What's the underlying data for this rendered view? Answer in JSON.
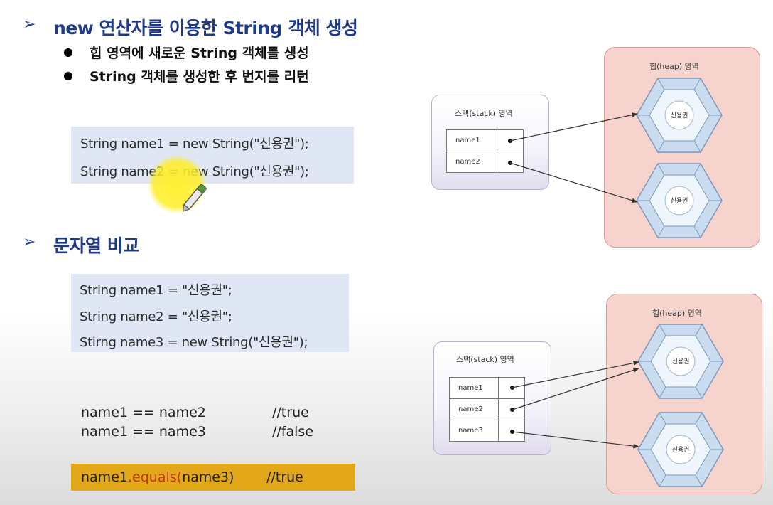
{
  "section1": {
    "heading": "new 연산자를 이용한 String 객체 생성",
    "bullets": [
      "힙 영역에 새로운 String 객체를 생성",
      "String 객체를 생성한 후 번지를 리턴"
    ],
    "code": [
      "String name1 = new String(\"신용권\");",
      "String name2 = new String(\"신용권\");"
    ]
  },
  "section2": {
    "heading": "문자열 비교",
    "code": [
      "String name1 = \"신용권\";",
      "String name2 = \"신용권\";",
      "Stirng name3 = new String(\"신용권\");"
    ],
    "comparisons": [
      {
        "expr": "name1 == name2",
        "comment": "//true"
      },
      {
        "expr": "name1 == name3",
        "comment": "//false"
      }
    ],
    "equals": {
      "obj": "name1",
      "method": ".equals(",
      "arg": "name3)",
      "comment": "//true"
    }
  },
  "diagram1": {
    "stack_title": "스택(stack) 영역",
    "heap_title": "힙(heap) 영역",
    "vars": [
      "name1",
      "name2"
    ],
    "objects": [
      "신용권",
      "신용권"
    ]
  },
  "diagram2": {
    "stack_title": "스택(stack) 영역",
    "heap_title": "힙(heap) 영역",
    "vars": [
      "name1",
      "name2",
      "name3"
    ],
    "objects": [
      "신용권",
      "신용권"
    ]
  },
  "colors": {
    "heading": "#1f3a8a",
    "code_bg": "#dfe7f5",
    "highlight": "#e2a81a",
    "method": "#c0360c",
    "heap_bg": "#f7d3ce",
    "hex_fill": "#c9dcf0"
  }
}
